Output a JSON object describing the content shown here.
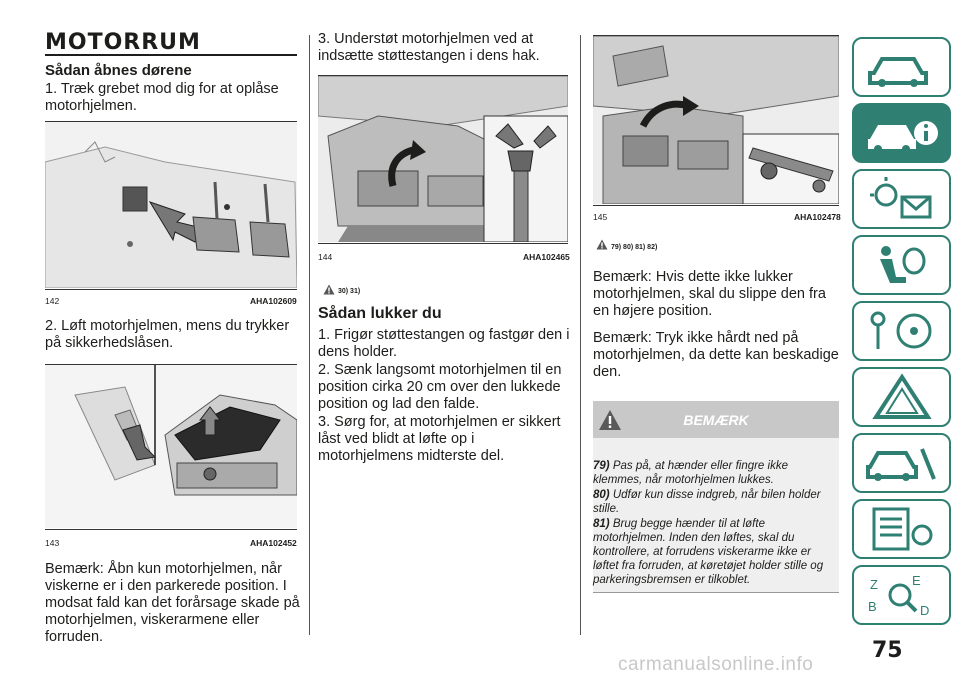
{
  "section_title": "MOTORRUM",
  "col1": {
    "subtitle": "Sådan åbnes dørene",
    "step1": "1. Træk grebet mod dig for at oplåse motorhjelmen.",
    "fig1_num": "142",
    "fig1_code": "AHA102609",
    "step2": "2. Løft motorhjelmen, mens du trykker på sikkerhedslåsen.",
    "fig2_num": "143",
    "fig2_code": "AHA102452",
    "note": "Bemærk: Åbn kun motorhjelmen, når viskerne er i den parkerede position. I modsat fald kan det forårsage skade på motorhjelmen, viskerarmene eller forruden."
  },
  "col2": {
    "step3": "3. Understøt motorhjelmen ved at indsætte støttestangen i dens hak.",
    "fig3_num": "144",
    "fig3_code": "AHA102465",
    "refs": "30) 31)",
    "subtitle": "Sådan lukker du",
    "step1": "1. Frigør støttestangen og fastgør den i dens holder.",
    "step2": "2. Sænk langsomt motorhjelmen til en position cirka 20 cm over den lukkede position og lad den falde.",
    "step3b": "3. Sørg for, at motorhjelmen er sikkert låst ved blidt at løfte op i motorhjelmens midterste del."
  },
  "col3": {
    "fig4_num": "145",
    "fig4_code": "AHA102478",
    "refs": "79) 80) 81) 82)",
    "note1": "Bemærk: Hvis dette ikke lukker motorhjelmen, skal du slippe den fra en højere position.",
    "note2": "Bemærk: Tryk ikke hårdt ned på motorhjelmen, da dette kan beskadige den.",
    "warning_title": "BEMÆRK",
    "warnings": [
      {
        "num": "79)",
        "text": "Pas på, at hænder eller fingre ikke klemmes, når motorhjelmen lukkes."
      },
      {
        "num": "80)",
        "text": "Udfør kun disse indgreb, når bilen holder stille."
      },
      {
        "num": "81)",
        "text": "Brug begge hænder til at løfte motorhjelmen. Inden den løftes, skal du kontrollere, at forrudens viskerarme ikke er løftet fra forruden, at køretøjet holder stille og parkeringsbremsen er tilkoblet."
      }
    ]
  },
  "page_number": "75",
  "watermark": "carmanualsonline.info",
  "colors": {
    "accent": "#2f7f73",
    "warning_header": "#c8c8c8",
    "warning_box": "#efefef"
  },
  "tabs": [
    {
      "icon": "car-dashboard-icon"
    },
    {
      "icon": "car-info-icon"
    },
    {
      "icon": "light-mail-icon"
    },
    {
      "icon": "airbag-seat-icon"
    },
    {
      "icon": "key-steering-icon"
    },
    {
      "icon": "warning-triangle-icon"
    },
    {
      "icon": "car-repair-icon"
    },
    {
      "icon": "specifications-icon"
    },
    {
      "icon": "index-search-icon"
    }
  ]
}
